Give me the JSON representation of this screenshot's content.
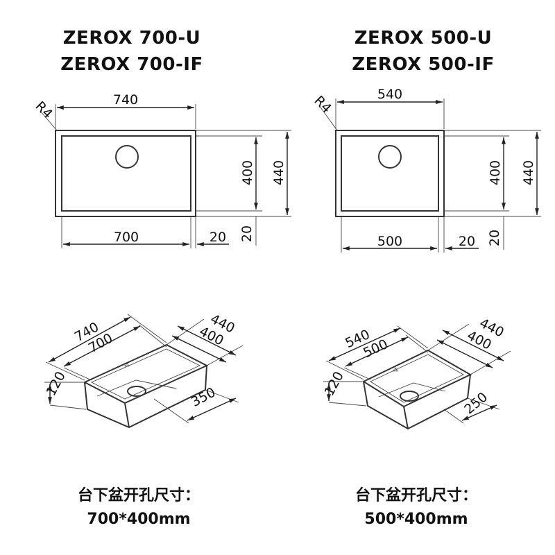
{
  "models": [
    {
      "title_line1": "ZEROX 700-U",
      "title_line2": "ZEROX 700-IF",
      "plan": {
        "radius": "R4",
        "outer_width": "740",
        "inner_width": "700",
        "inner_height": "400",
        "outer_height": "440",
        "margin_right": "20",
        "margin_bottom": "20"
      },
      "iso": {
        "outer_width": "740",
        "inner_width": "700",
        "outer_depth": "440",
        "inner_depth": "400",
        "height": "120",
        "drain_offset": "350"
      },
      "cutout_label": "台下盆开孔尺寸：",
      "cutout_size": "700*400mm"
    },
    {
      "title_line1": "ZEROX 500-U",
      "title_line2": "ZEROX 500-IF",
      "plan": {
        "radius": "R4",
        "outer_width": "540",
        "inner_width": "500",
        "inner_height": "400",
        "outer_height": "440",
        "margin_right": "20",
        "margin_bottom": "20"
      },
      "iso": {
        "outer_width": "540",
        "inner_width": "500",
        "outer_depth": "440",
        "inner_depth": "400",
        "height": "120",
        "drain_offset": "250"
      },
      "cutout_label": "台下盆开孔尺寸：",
      "cutout_size": "500*400mm"
    }
  ]
}
